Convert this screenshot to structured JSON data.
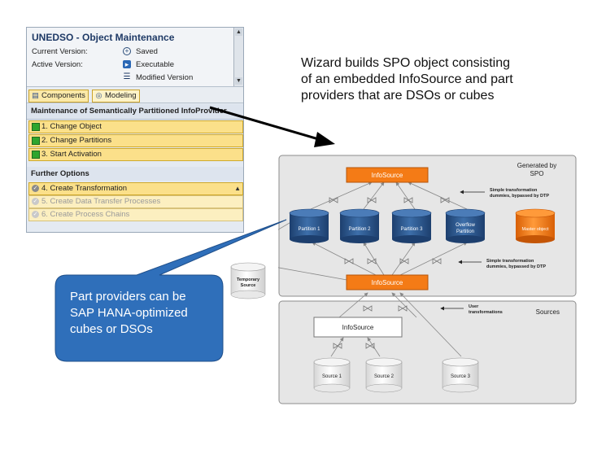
{
  "sap_panel": {
    "title": "UNEDSO - Object Maintenance",
    "current_version_label": "Current Version:",
    "current_version_value": "Saved",
    "active_version_label": "Active Version:",
    "active_version_value": "Executable",
    "modified_version_value": "Modified Version",
    "tabs": [
      {
        "label": "Components",
        "icon": "components-icon"
      },
      {
        "label": "Modeling",
        "icon": "modeling-icon"
      }
    ],
    "maintenance_header": "Maintenance of Semantically Partitioned InfoProvider",
    "steps": [
      "1. Change Object",
      "2. Change Partitions",
      "3. Start Activation"
    ],
    "further_options_header": "Further Options",
    "options": [
      {
        "label": "4. Create Transformation",
        "enabled": true
      },
      {
        "label": "5. Create Data Transfer Processes",
        "enabled": false
      },
      {
        "label": "6. Create Process Chains",
        "enabled": false
      }
    ]
  },
  "annotation": {
    "lines": [
      "Wizard builds SPO object consisting",
      "of an embedded InfoSource and part",
      "providers that are DSOs or cubes"
    ]
  },
  "callout": {
    "lines": [
      "Part providers can be",
      "SAP HANA-optimized",
      "cubes or DSOs"
    ],
    "color": "#2f6fba"
  },
  "diagram": {
    "generated_label_1": "Generated by",
    "generated_label_2": "SPO",
    "sources_label": "Sources",
    "infosource_top": "InfoSource",
    "infosource_mid": "InfoSource",
    "infosource_bottom": "InfoSource",
    "partitions": [
      "Partition 1",
      "Partition 2",
      "Partition 3"
    ],
    "overflow_1": "Overflow",
    "overflow_2": "Partition",
    "master_object": "Master object",
    "temporary_1": "Temporary",
    "temporary_2": "Source",
    "sources": [
      "Source 1",
      "Source 2",
      "Source 3"
    ],
    "note_top_1": "Simple transformation",
    "note_top_2": "dummies, bypassed by DTP",
    "note_mid_1": "Simple transformation",
    "note_mid_2": "dummies, bypassed by DTP",
    "note_user_1": "User",
    "note_user_2": "transformations",
    "colors": {
      "orange": "#f47b16",
      "blue": "#2f5e9a",
      "panel": "#e6e6e6"
    }
  }
}
